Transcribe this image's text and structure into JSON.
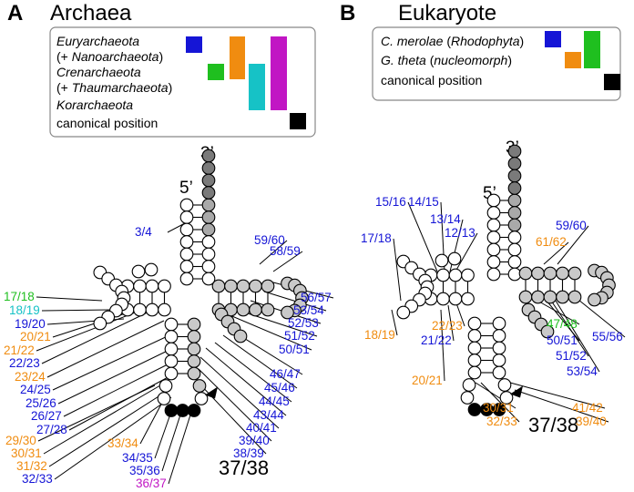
{
  "colors": {
    "blue": "#1515d6",
    "orange": "#f08c10",
    "green": "#1fbf1f",
    "cyan": "#16c2c6",
    "magenta": "#c116c4",
    "black": "#000000",
    "gray_dark": "#7a7a7a",
    "gray_mid": "#a9a9a9",
    "gray_light": "#c9c9c9"
  },
  "panelA": {
    "letter": "A",
    "title": "Archaea",
    "legend": {
      "rows": [
        {
          "italic": "Euryarchaeota",
          "plain": ""
        },
        {
          "italic": "",
          "plain": "(+ ",
          "italic2": "Nanoarchaeota",
          "plain2": ")"
        },
        {
          "italic": "Crenarchaeota",
          "plain": ""
        },
        {
          "italic": "",
          "plain": "(+ ",
          "italic2": "Thaumarchaeota",
          "plain2": ")"
        },
        {
          "italic": "Korarchaeota",
          "plain": ""
        },
        {
          "italic": "",
          "plain": "canonical position"
        }
      ]
    },
    "end5": "5’",
    "end3": "3’",
    "anticodon_label": "37/38",
    "labels": [
      {
        "text": "3/4",
        "color": "blue"
      },
      {
        "text": "59/60",
        "color": "blue"
      },
      {
        "text": "58/59",
        "color": "blue"
      },
      {
        "text": "17/18",
        "color": "green"
      },
      {
        "text": "18/19",
        "color": "cyan"
      },
      {
        "text": "19/20",
        "color": "blue"
      },
      {
        "text": "20/21",
        "color": "orange"
      },
      {
        "text": "21/22",
        "color": "orange"
      },
      {
        "text": "22/23",
        "color": "blue"
      },
      {
        "text": "23/24",
        "color": "orange"
      },
      {
        "text": "24/25",
        "color": "blue"
      },
      {
        "text": "25/26",
        "color": "blue"
      },
      {
        "text": "26/27",
        "color": "blue"
      },
      {
        "text": "27/28",
        "color": "blue"
      },
      {
        "text": "29/30",
        "color": "orange"
      },
      {
        "text": "30/31",
        "color": "orange"
      },
      {
        "text": "31/32",
        "color": "orange"
      },
      {
        "text": "32/33",
        "color": "blue"
      },
      {
        "text": "33/34",
        "color": "orange"
      },
      {
        "text": "34/35",
        "color": "blue"
      },
      {
        "text": "35/36",
        "color": "blue"
      },
      {
        "text": "36/37",
        "color": "magenta"
      },
      {
        "text": "56/57",
        "color": "blue"
      },
      {
        "text": "53/54",
        "color": "blue"
      },
      {
        "text": "52/53",
        "color": "blue"
      },
      {
        "text": "51/52",
        "color": "blue"
      },
      {
        "text": "50/51",
        "color": "blue"
      },
      {
        "text": "46/47",
        "color": "blue"
      },
      {
        "text": "45/46",
        "color": "blue"
      },
      {
        "text": "44/45",
        "color": "blue"
      },
      {
        "text": "43/44",
        "color": "blue"
      },
      {
        "text": "40/41",
        "color": "blue"
      },
      {
        "text": "39/40",
        "color": "blue"
      },
      {
        "text": "38/39",
        "color": "blue"
      }
    ]
  },
  "panelB": {
    "letter": "B",
    "title": "Eukaryote",
    "legend": {
      "rows": [
        {
          "italic": "C. merolae",
          "plain": " (",
          "italic2": "Rhodophyta",
          "plain2": ")"
        },
        {
          "italic": "G. theta",
          "plain": " (",
          "italic2": "nucleomorph",
          "plain2": ")"
        },
        {
          "italic": "",
          "plain": "canonical position"
        }
      ]
    },
    "end5": "5’",
    "end3": "3’",
    "anticodon_label": "37/38",
    "labels": [
      {
        "text": "15/16",
        "color": "blue"
      },
      {
        "text": "14/15",
        "color": "blue"
      },
      {
        "text": "13/14",
        "color": "blue"
      },
      {
        "text": "12/13",
        "color": "blue"
      },
      {
        "text": "17/18",
        "color": "blue"
      },
      {
        "text": "59/60",
        "color": "blue"
      },
      {
        "text": "61/62",
        "color": "orange"
      },
      {
        "text": "18/19",
        "color": "orange"
      },
      {
        "text": "22/23",
        "color": "orange"
      },
      {
        "text": "21/22",
        "color": "blue"
      },
      {
        "text": "20/21",
        "color": "orange"
      },
      {
        "text": "47/48",
        "color": "green"
      },
      {
        "text": "55/56",
        "color": "blue"
      },
      {
        "text": "50/51",
        "color": "blue"
      },
      {
        "text": "51/52",
        "color": "blue"
      },
      {
        "text": "53/54",
        "color": "blue"
      },
      {
        "text": "30/31",
        "color": "orange"
      },
      {
        "text": "32/33",
        "color": "orange"
      },
      {
        "text": "41/42",
        "color": "orange"
      },
      {
        "text": "39/40",
        "color": "orange"
      }
    ]
  }
}
